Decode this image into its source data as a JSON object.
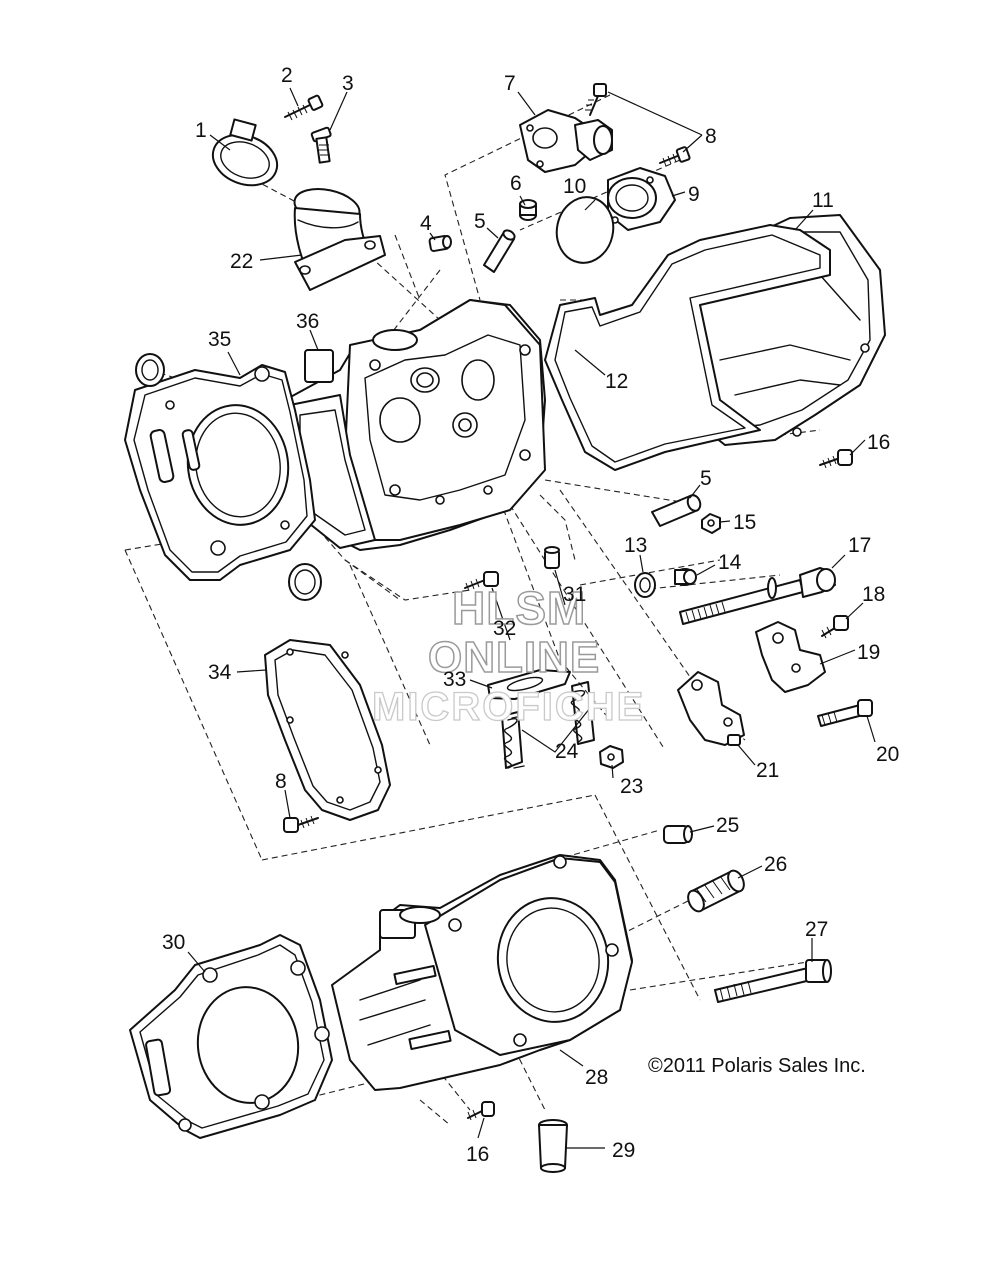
{
  "callouts": [
    "1",
    "2",
    "3",
    "4",
    "5",
    "6",
    "7",
    "8",
    "9",
    "10",
    "11",
    "12",
    "5",
    "15",
    "16",
    "13",
    "14",
    "17",
    "18",
    "19",
    "20",
    "21",
    "22",
    "23",
    "24",
    "25",
    "26",
    "27",
    "28",
    "29",
    "30",
    "31",
    "32",
    "33",
    "34",
    "35",
    "36",
    "8",
    "16"
  ],
  "copyright": "©2011 Polaris Sales Inc.",
  "watermark": {
    "line1": "HLSM",
    "line2": "ONLINE",
    "line3": "MICROFICHE"
  }
}
